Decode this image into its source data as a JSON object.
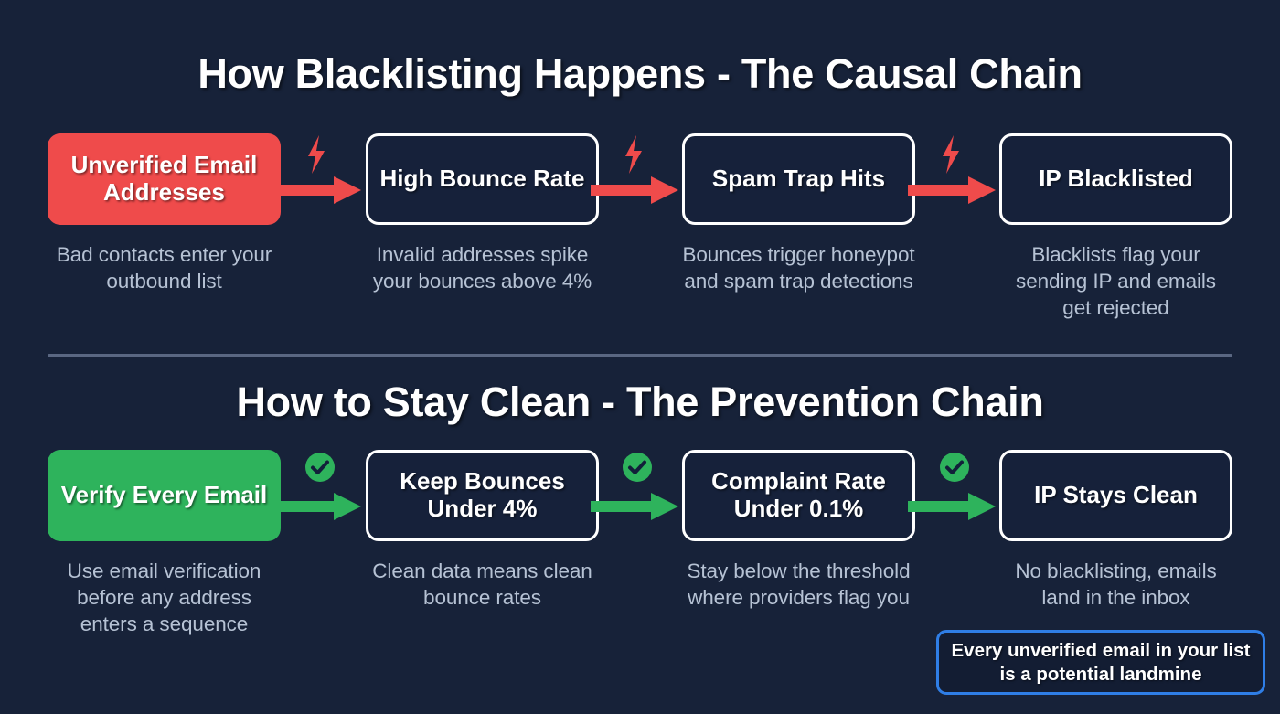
{
  "colors": {
    "background": "#172239",
    "danger": "#ef4b4b",
    "success": "#2eb35c",
    "accent_blue": "#2f7ee6",
    "caption_text": "#b6c2d4",
    "box_border": "#ffffff",
    "divider": "#5a6782"
  },
  "sections": [
    {
      "id": "causal",
      "title": "How Blacklisting Happens - The Causal Chain",
      "connector_icon": "lightning-bolt-icon",
      "nodes": [
        {
          "label": "Unverified Email Addresses",
          "caption": "Bad contacts enter your outbound list",
          "style": "fill-danger"
        },
        {
          "label": "High Bounce Rate",
          "caption": "Invalid addresses spike your bounces above 4%",
          "style": "outline"
        },
        {
          "label": "Spam Trap Hits",
          "caption": "Bounces trigger honeypot and spam trap detections",
          "style": "outline"
        },
        {
          "label": "IP Blacklisted",
          "caption": "Blacklists flag your sending IP and emails get rejected",
          "style": "outline"
        }
      ]
    },
    {
      "id": "prevention",
      "title": "How to Stay Clean - The Prevention Chain",
      "connector_icon": "check-circle-icon",
      "nodes": [
        {
          "label": "Verify Every Email",
          "caption": "Use email verification before any address enters a sequence",
          "style": "fill-good"
        },
        {
          "label": "Keep Bounces Under 4%",
          "caption": "Clean data means clean bounce rates",
          "style": "outline"
        },
        {
          "label": "Complaint Rate Under 0.1%",
          "caption": "Stay below the threshold where providers flag you",
          "style": "outline"
        },
        {
          "label": "IP Stays Clean",
          "caption": "No blacklisting, emails land in the inbox",
          "style": "outline"
        }
      ]
    }
  ],
  "callout": {
    "text": "Every unverified email in your list is a potential landmine"
  }
}
